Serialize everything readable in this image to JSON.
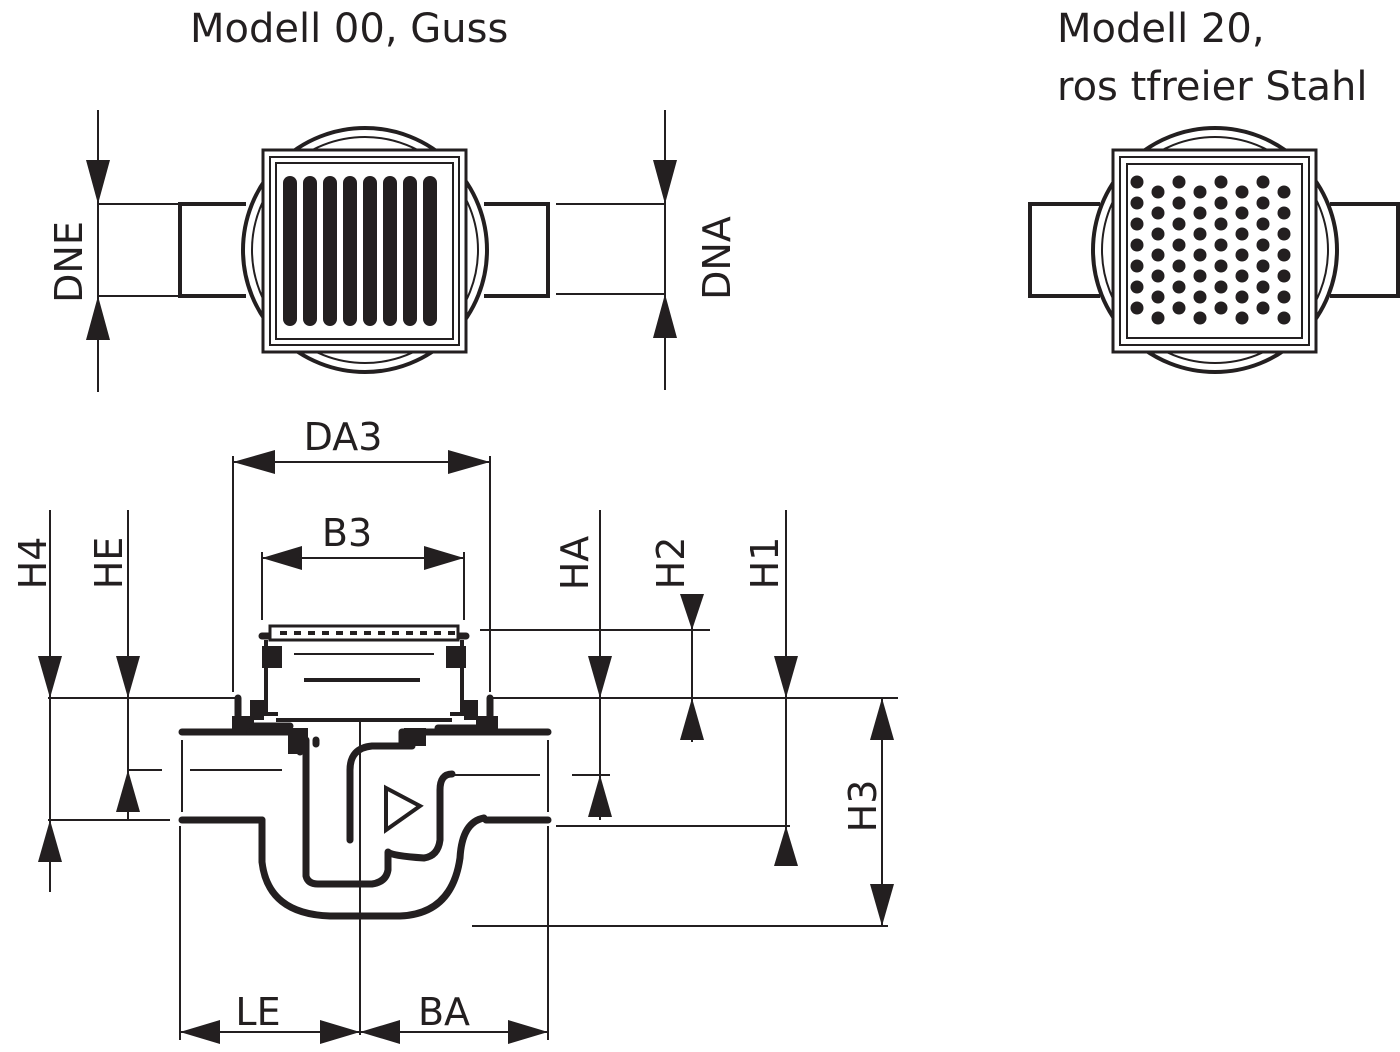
{
  "titles": {
    "model_00": "Modell 00, Guss",
    "model_20_line1": "Modell 20,",
    "model_20_line2": "ros tfreier Stahl"
  },
  "dimensions": {
    "dne": "DNE",
    "dna": "DNA",
    "da3": "DA3",
    "b3": "B3",
    "h4": "H4",
    "he": "HE",
    "ha": "HA",
    "h2": "H2",
    "h1": "H1",
    "h3": "H3",
    "le": "LE",
    "ba": "BA"
  }
}
